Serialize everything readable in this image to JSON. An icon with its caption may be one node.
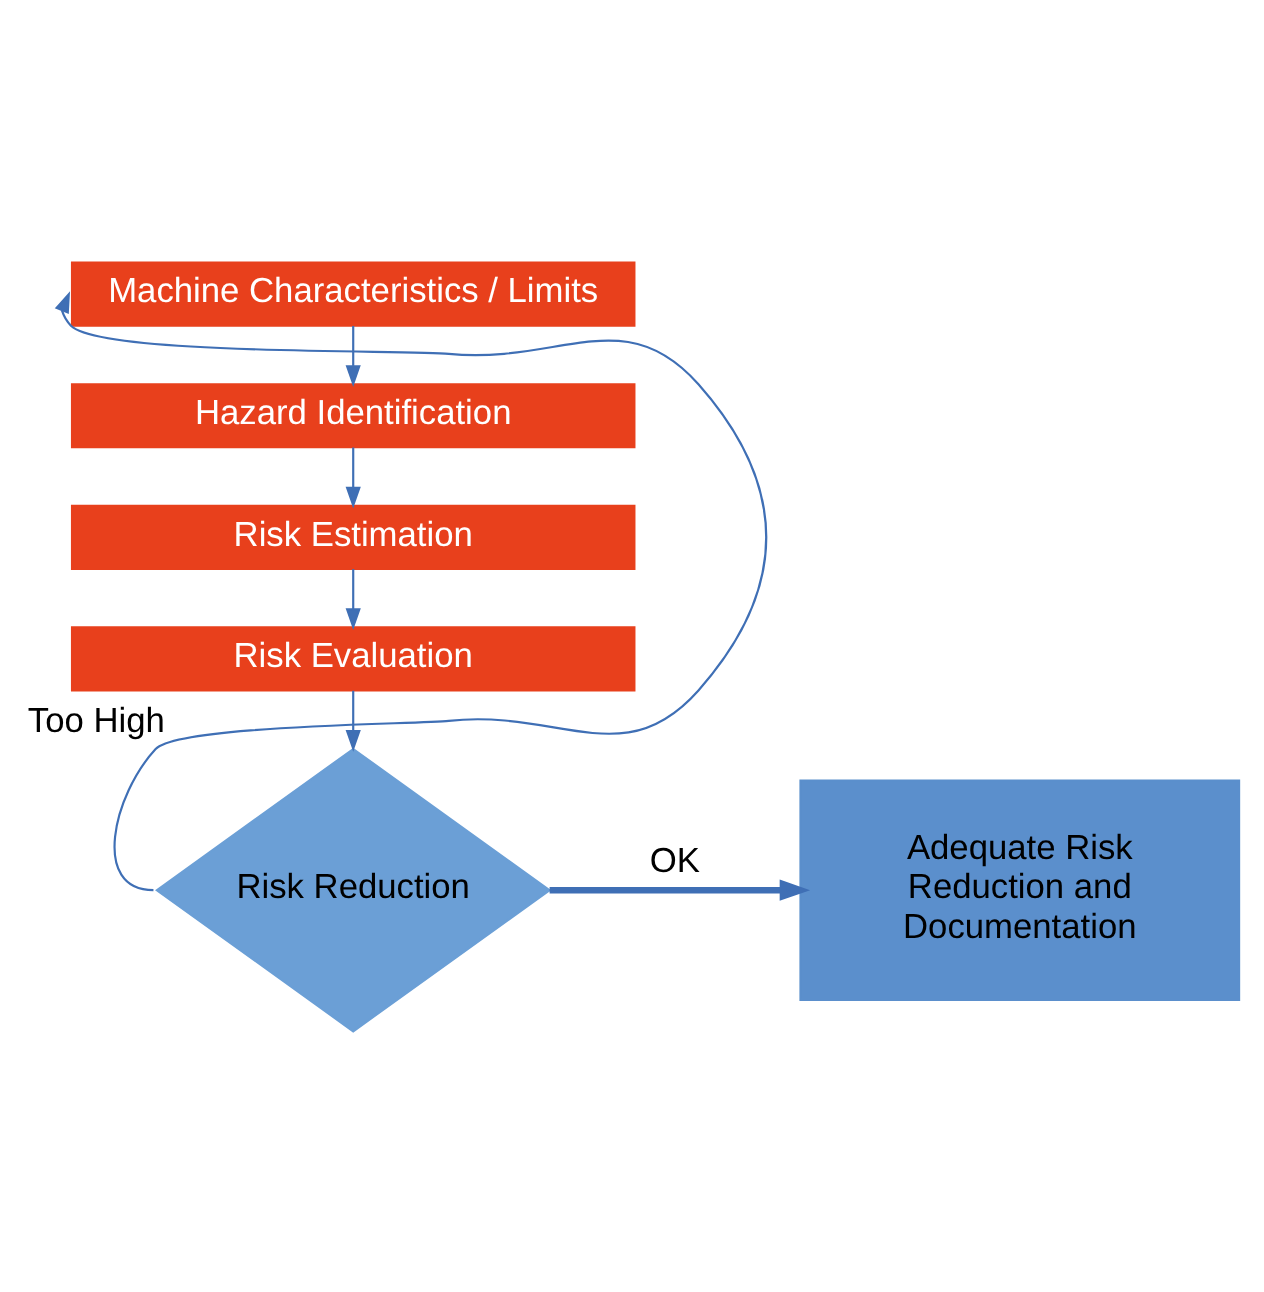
{
  "diagram": {
    "nodes": [
      {
        "text": [
          "Machine Characteristics / Limits"
        ]
      },
      {
        "text": [
          "Hazard Identification"
        ]
      },
      {
        "text": [
          "Risk Estimation"
        ]
      },
      {
        "text": [
          "Risk Evaluation"
        ]
      },
      {
        "text": [
          "Risk Reduction"
        ]
      },
      {
        "text": [
          "Adequate Risk Reduction and Documentation"
        ]
      }
    ],
    "edges": [
      {
        "from": 0,
        "to": 1,
        "arrow": "to"
      },
      {
        "from": 1,
        "to": 2,
        "arrow": "to"
      },
      {
        "from": 2,
        "to": 3,
        "arrow": "to"
      },
      {
        "from": 3,
        "to": 4,
        "arrow": "to"
      },
      {
        "from": 4,
        "to": 5,
        "arrow": "to",
        "label": "OK",
        "style": "thick"
      },
      {
        "from": 4,
        "to": 0,
        "arrow": "to",
        "label": "Too High"
      }
    ]
  }
}
